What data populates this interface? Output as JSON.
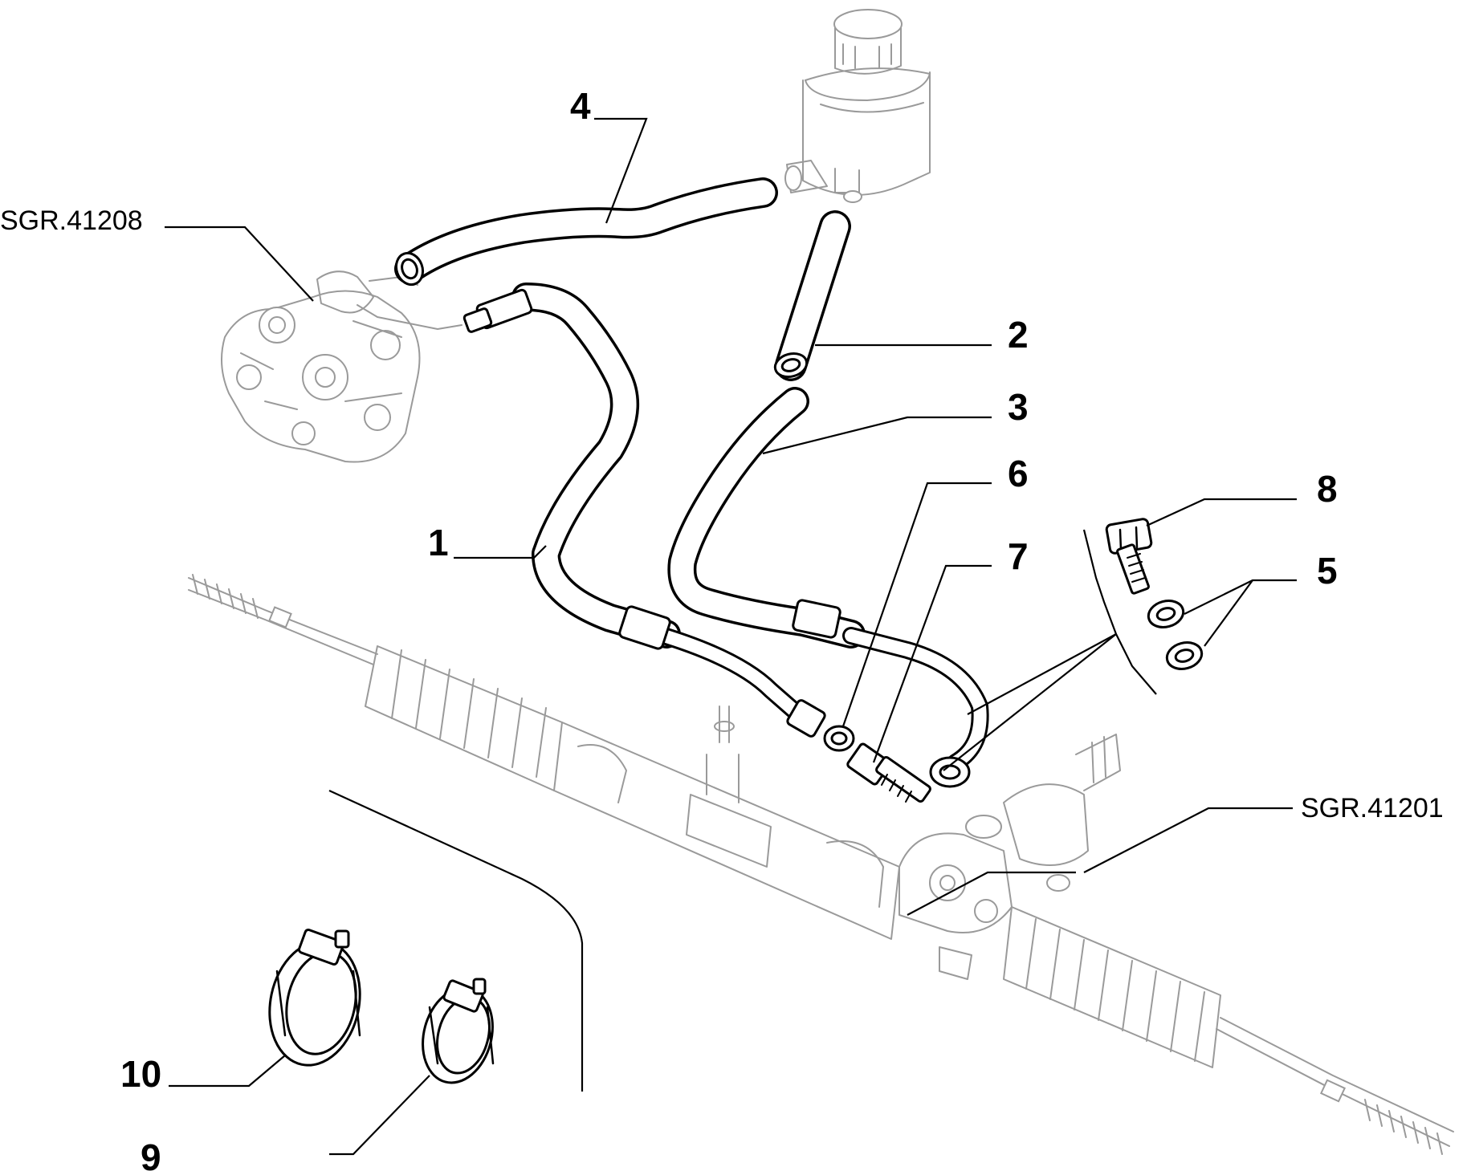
{
  "diagram": {
    "callouts": [
      {
        "id": "c1",
        "label": "1"
      },
      {
        "id": "c2",
        "label": "2"
      },
      {
        "id": "c3",
        "label": "3"
      },
      {
        "id": "c4",
        "label": "4"
      },
      {
        "id": "c5",
        "label": "5"
      },
      {
        "id": "c6",
        "label": "6"
      },
      {
        "id": "c7",
        "label": "7"
      },
      {
        "id": "c8",
        "label": "8"
      },
      {
        "id": "c9",
        "label": "9"
      },
      {
        "id": "c10",
        "label": "10"
      }
    ],
    "references": [
      {
        "id": "r1",
        "label": "SGR.41208"
      },
      {
        "id": "r2",
        "label": "SGR.41201"
      }
    ]
  }
}
